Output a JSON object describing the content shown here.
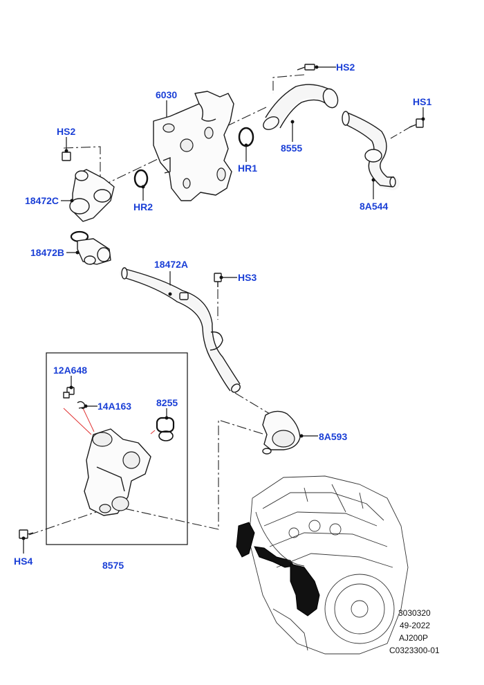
{
  "callouts": {
    "hs2_top": "HS2",
    "hs1": "HS1",
    "p6030": "6030",
    "p8555": "8555",
    "hr1": "HR1",
    "hs2_left": "HS2",
    "hr2": "HR2",
    "p8a544": "8A544",
    "p18472c": "18472C",
    "p18472b": "18472B",
    "p18472a": "18472A",
    "hs3": "HS3",
    "p12a648": "12A648",
    "p14a163": "14A163",
    "p8255": "8255",
    "p8a593": "8A593",
    "hs4": "HS4",
    "p8575": "8575"
  },
  "reference": {
    "line1": "3030320",
    "line2": "49-2022",
    "line3": "AJ200P",
    "line4": "C0323300-01"
  },
  "colors": {
    "callout": "#1a3fd6",
    "highlight": "#e03030",
    "ink": "#1a1a1a"
  }
}
